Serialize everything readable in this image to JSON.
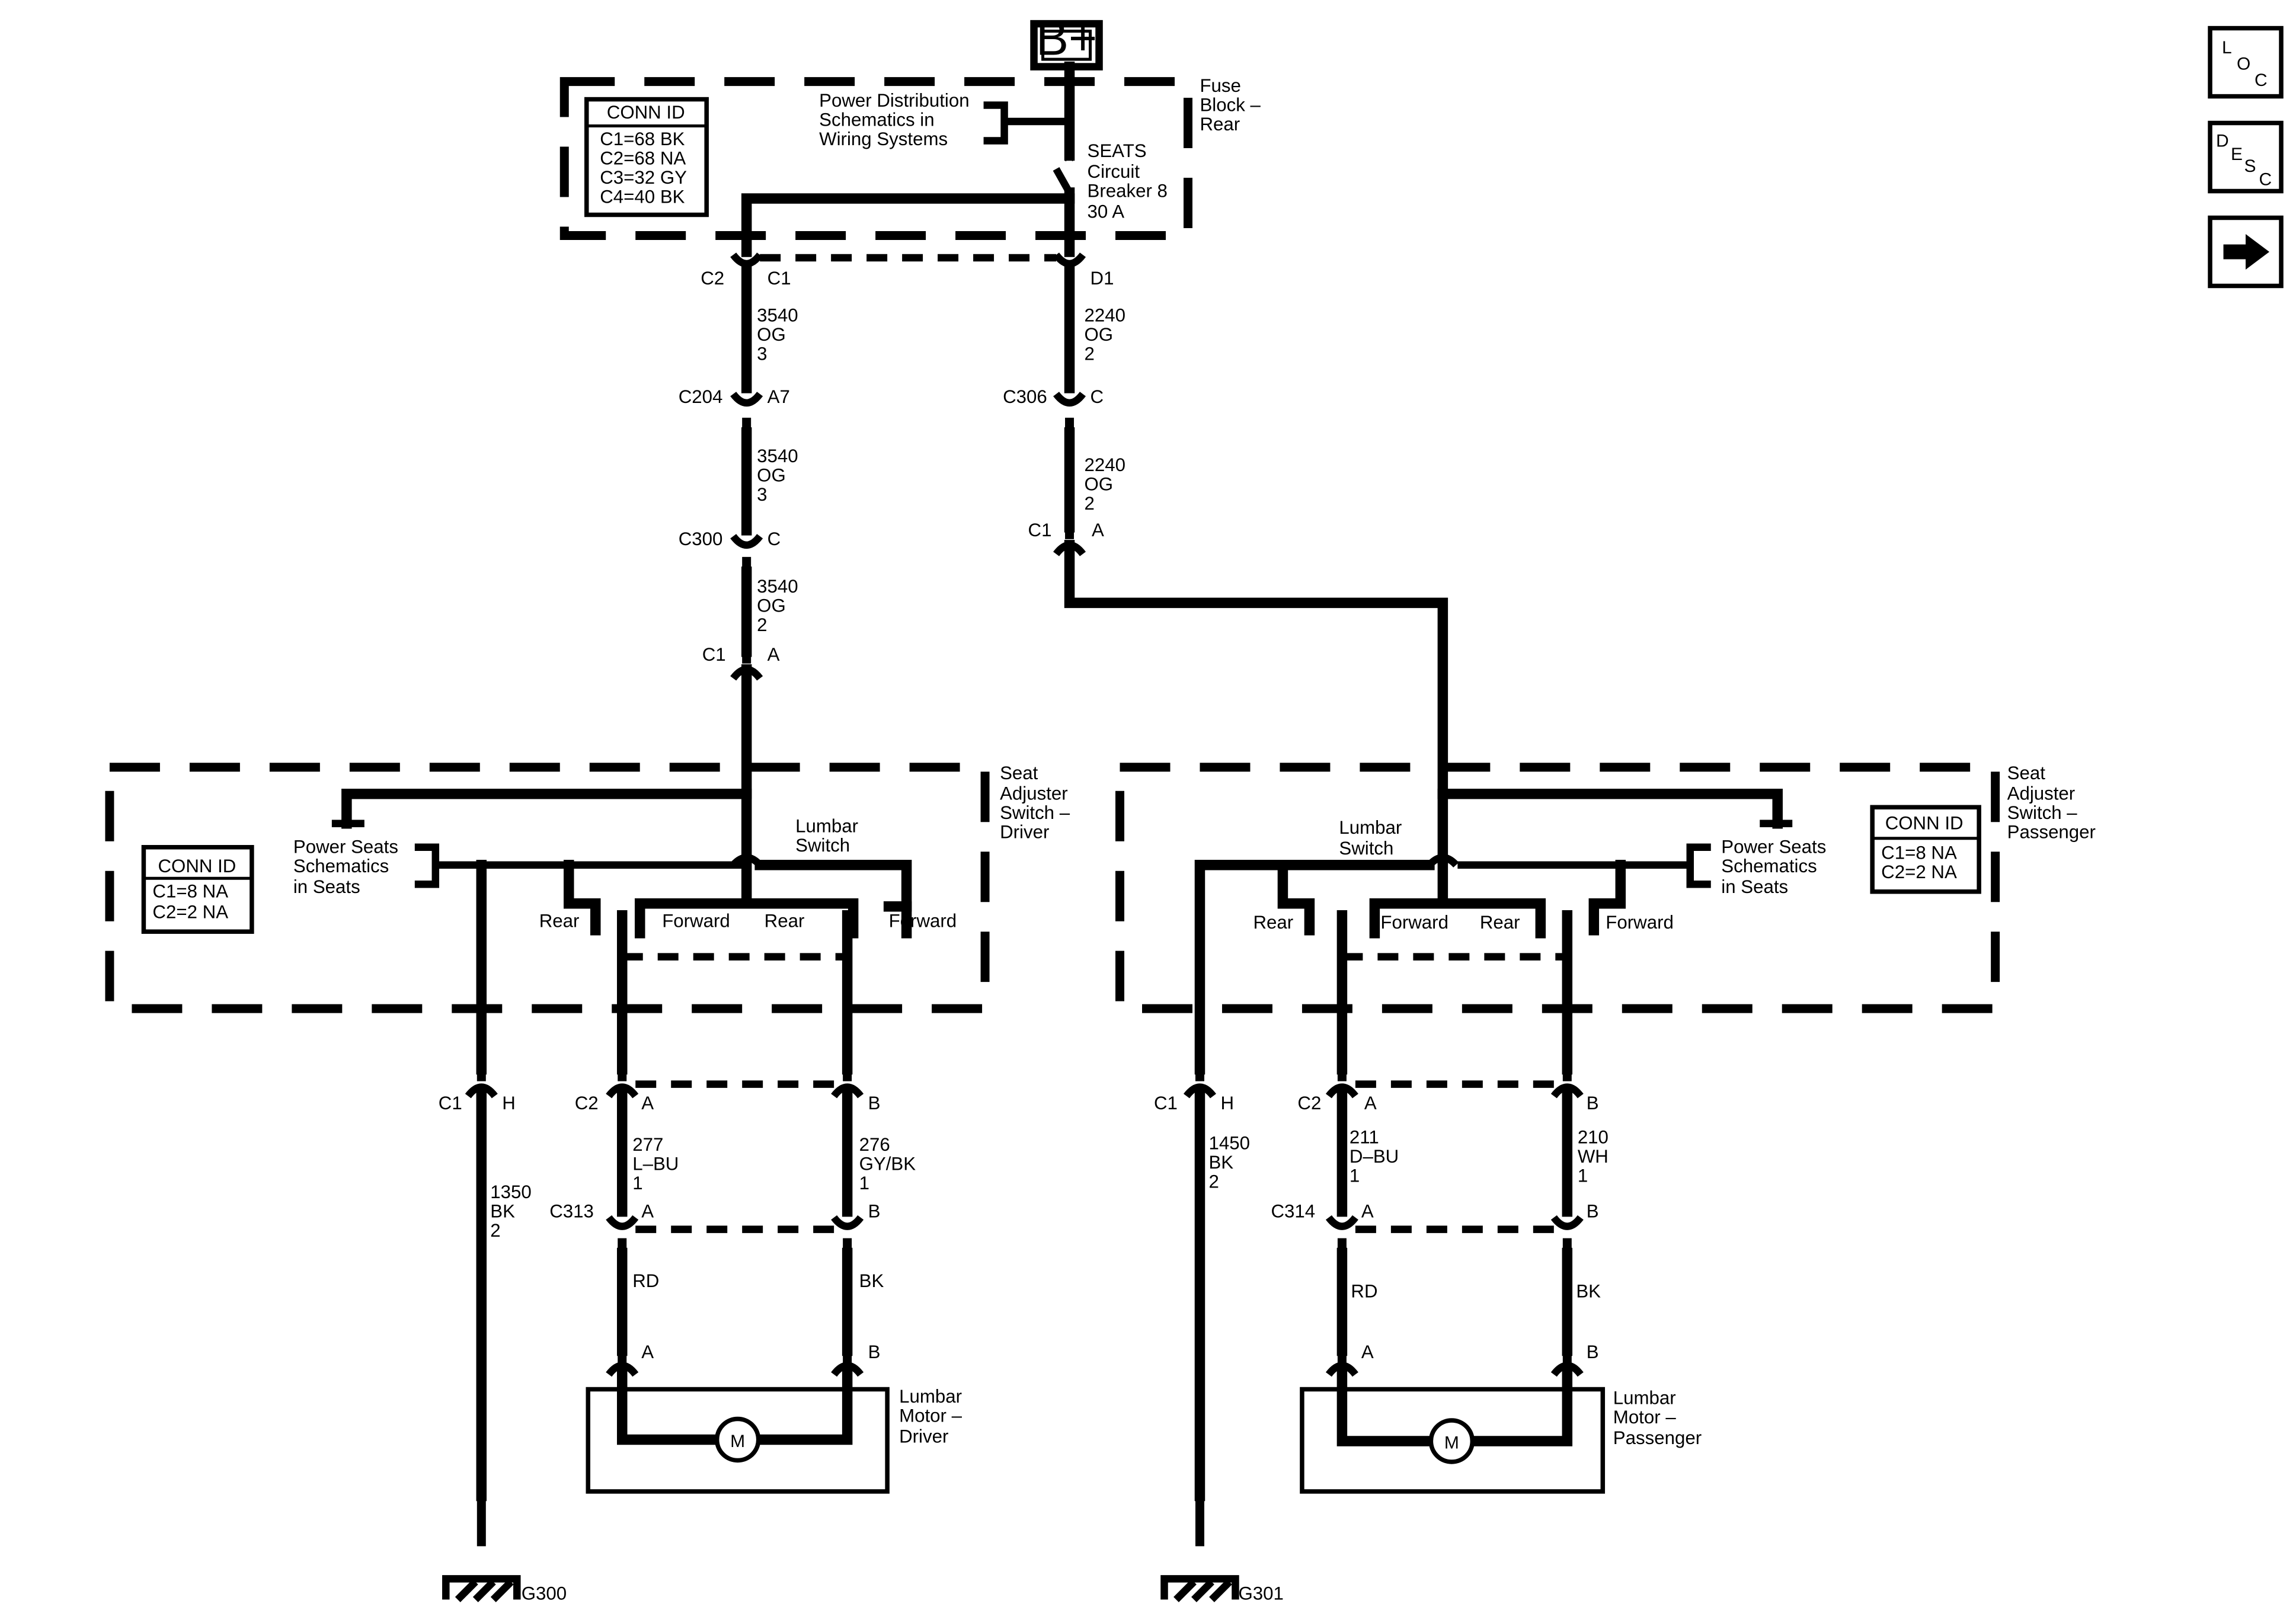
{
  "source": {
    "label": "B+"
  },
  "fuse_block": {
    "title_lines": [
      "Fuse",
      "Block –",
      "Rear"
    ],
    "note_lines": [
      "Power Distribution",
      "Schematics in",
      "Wiring Systems"
    ],
    "breaker_lines": [
      "SEATS",
      "Circuit",
      "Breaker 8",
      "30 A"
    ],
    "conn_id": {
      "header": "CONN ID",
      "rows": [
        "C1=68 BK",
        "C2=68 NA",
        "C3=32 GY",
        "C4=40 BK"
      ]
    },
    "pins": {
      "c2": "C2",
      "c1": "C1",
      "d1": "D1"
    }
  },
  "left_branch": {
    "wires": [
      {
        "lines": [
          "3540",
          "OG",
          "3"
        ]
      },
      {
        "lines": [
          "3540",
          "OG",
          "3"
        ]
      },
      {
        "lines": [
          "3540",
          "OG",
          "2"
        ]
      }
    ],
    "connectors": [
      {
        "id": "C204",
        "pin": "A7"
      },
      {
        "id": "C300",
        "pin": "C"
      },
      {
        "id": "C1",
        "pin": "A"
      }
    ]
  },
  "right_branch": {
    "wires": [
      {
        "lines": [
          "2240",
          "OG",
          "2"
        ]
      },
      {
        "lines": [
          "2240",
          "OG",
          "2"
        ]
      }
    ],
    "connectors": [
      {
        "id": "C306",
        "pin": "C"
      },
      {
        "id": "C1",
        "pin": "A"
      }
    ]
  },
  "driver": {
    "switch_title_lines": [
      "Seat",
      "Adjuster",
      "Switch –",
      "Driver"
    ],
    "power_seats_lines": [
      "Power Seats",
      "Schematics",
      "in Seats"
    ],
    "lumbar_switch_lines": [
      "Lumbar",
      "Switch"
    ],
    "positions": [
      "Rear",
      "Forward",
      "Rear",
      "Forward"
    ],
    "conn_id": {
      "header": "CONN ID",
      "rows": [
        "C1=8 NA",
        "C2=2 NA"
      ]
    },
    "ground_connector": {
      "id": "C1",
      "pin": "H"
    },
    "ground_wire_lines": [
      "1350",
      "BK",
      "2"
    ],
    "ground_label": "G300",
    "motor_connector": {
      "id": "C2",
      "pin_a": "A",
      "pin_b": "B"
    },
    "wire_a_lines": [
      "277",
      "L–BU",
      "1"
    ],
    "wire_b_lines": [
      "276",
      "GY/BK",
      "1"
    ],
    "inline": {
      "id": "C313",
      "pin_a": "A",
      "pin_b": "B"
    },
    "color_a": "RD",
    "color_b": "BK",
    "motor_pins": {
      "a": "A",
      "b": "B"
    },
    "motor_lines": [
      "Lumbar",
      "Motor –",
      "Driver"
    ],
    "motor_symbol": "M"
  },
  "passenger": {
    "switch_title_lines": [
      "Seat",
      "Adjuster",
      "Switch –",
      "Passenger"
    ],
    "power_seats_lines": [
      "Power Seats",
      "Schematics",
      "in Seats"
    ],
    "lumbar_switch_lines": [
      "Lumbar",
      "Switch"
    ],
    "positions": [
      "Rear",
      "Forward",
      "Rear",
      "Forward"
    ],
    "conn_id": {
      "header": "CONN ID",
      "rows": [
        "C1=8 NA",
        "C2=2 NA"
      ]
    },
    "ground_connector": {
      "id": "C1",
      "pin": "H"
    },
    "ground_wire_lines": [
      "1450",
      "BK",
      "2"
    ],
    "ground_label": "G301",
    "motor_connector": {
      "id": "C2",
      "pin_a": "A",
      "pin_b": "B"
    },
    "wire_a_lines": [
      "211",
      "D–BU",
      "1"
    ],
    "wire_b_lines": [
      "210",
      "WH",
      "1"
    ],
    "inline": {
      "id": "C314",
      "pin_a": "A",
      "pin_b": "B"
    },
    "color_a": "RD",
    "color_b": "BK",
    "motor_pins": {
      "a": "A",
      "b": "B"
    },
    "motor_lines": [
      "Lumbar",
      "Motor –",
      "Passenger"
    ],
    "motor_symbol": "M"
  },
  "nav": {
    "loc": [
      "L",
      "O",
      "C"
    ],
    "desc": [
      "D",
      "E",
      "S",
      "C"
    ],
    "next_icon": "arrow-right-icon"
  }
}
